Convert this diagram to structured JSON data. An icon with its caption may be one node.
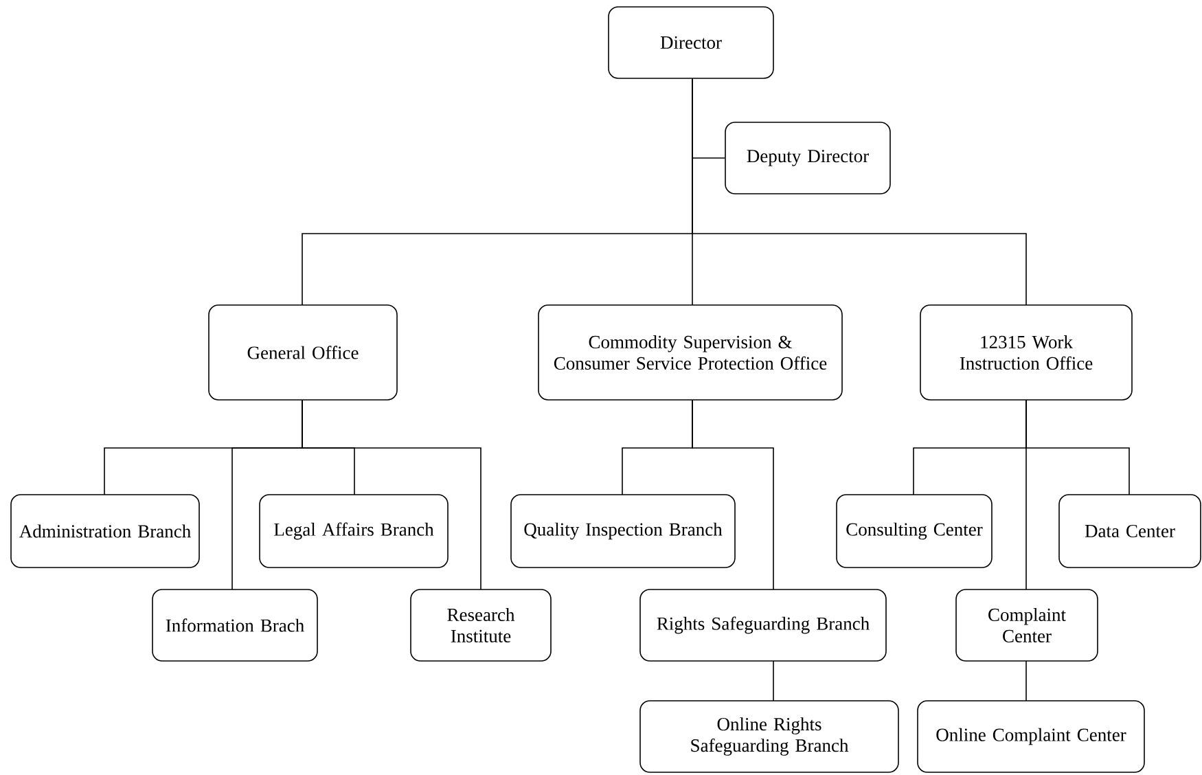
{
  "diagram": {
    "nodes": [
      {
        "text": [
          "Director"
        ]
      },
      {
        "text": [
          "Deputy Director"
        ]
      },
      {
        "text": [
          "General Office"
        ]
      },
      {
        "text": [
          "Commodity Supervision & Consumer Service Protection Office"
        ]
      },
      {
        "text": [
          "12315 Work Instruction Office"
        ]
      },
      {
        "text": [
          "Administration Branch"
        ]
      },
      {
        "text": [
          "Information Brach"
        ]
      },
      {
        "text": [
          "Legal Affairs Branch"
        ]
      },
      {
        "text": [
          "Research Institute"
        ]
      },
      {
        "text": [
          "Quality Inspection Branch"
        ]
      },
      {
        "text": [
          "Rights Safeguarding Branch"
        ]
      },
      {
        "text": [
          "Online Rights Safeguarding Branch"
        ]
      },
      {
        "text": [
          "Consulting Center"
        ]
      },
      {
        "text": [
          "Data Center"
        ]
      },
      {
        "text": [
          "Complaint Center"
        ]
      },
      {
        "text": [
          "Online Complaint Center"
        ]
      }
    ],
    "edges": [
      {
        "from": 0,
        "to": 1,
        "arrow": "none"
      },
      {
        "from": 0,
        "to": 2,
        "arrow": "none"
      },
      {
        "from": 0,
        "to": 3,
        "arrow": "none"
      },
      {
        "from": 0,
        "to": 4,
        "arrow": "none"
      },
      {
        "from": 2,
        "to": 5,
        "arrow": "none"
      },
      {
        "from": 2,
        "to": 6,
        "arrow": "none"
      },
      {
        "from": 2,
        "to": 7,
        "arrow": "none"
      },
      {
        "from": 2,
        "to": 8,
        "arrow": "none"
      },
      {
        "from": 3,
        "to": 9,
        "arrow": "none"
      },
      {
        "from": 3,
        "to": 10,
        "arrow": "none"
      },
      {
        "from": 10,
        "to": 11,
        "arrow": "none"
      },
      {
        "from": 4,
        "to": 12,
        "arrow": "none"
      },
      {
        "from": 4,
        "to": 14,
        "arrow": "none"
      },
      {
        "from": 4,
        "to": 13,
        "arrow": "none"
      },
      {
        "from": 14,
        "to": 15,
        "arrow": "none"
      }
    ]
  }
}
